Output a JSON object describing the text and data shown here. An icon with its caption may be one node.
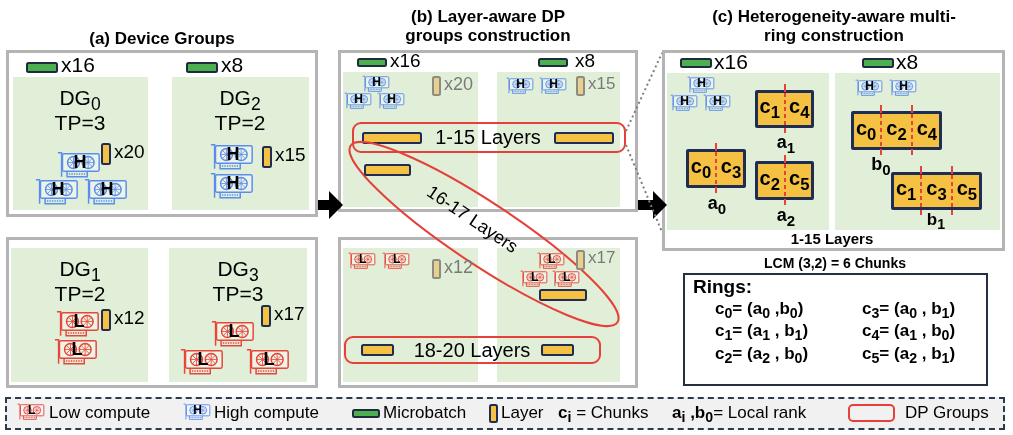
{
  "diagram": {
    "nodes": [
      {
        "text": [
          "(a) Device Groups",
          "x16",
          "x8"
        ]
      },
      {
        "text": [
          "DG$_{0}$",
          "TP=3",
          "H",
          "x20",
          "H",
          "H"
        ],
        "in": 0
      },
      {
        "text": [
          "DG$_{2}$",
          "TP=2",
          "H",
          "x15",
          "H"
        ],
        "in": 0
      },
      {
        "text": [],
        "shape": "box"
      },
      {
        "text": [
          "DG$_{1}$",
          "TP=2",
          "L",
          "x12",
          "L"
        ],
        "in": 3
      },
      {
        "text": [
          "DG$_{3}$",
          "TP=3",
          "x17",
          "L",
          "L",
          "L"
        ],
        "in": 3
      },
      {
        "text": [
          "(b) Layer-aware DP groups construction",
          "x16",
          "x8"
        ]
      },
      {
        "text": [
          "H",
          "x20",
          "H",
          "H"
        ],
        "in": 6
      },
      {
        "text": [
          "H",
          "H",
          "x15"
        ],
        "in": 6
      },
      {
        "text": [
          "1-15 Layers"
        ],
        "in": 6
      },
      {
        "text": [
          "16-17 Layers"
        ]
      },
      {
        "text": [],
        "shape": "box"
      },
      {
        "text": [
          "L",
          "L",
          "x12"
        ],
        "in": 11
      },
      {
        "text": [
          "L",
          "x17",
          "L",
          "L"
        ],
        "in": 11
      },
      {
        "text": [
          "18-20 Layers"
        ],
        "in": 11
      },
      {
        "text": [
          "(c) Heterogeneity-aware multi-ring construction",
          "x16",
          "x8",
          "1-15 Layers"
        ]
      },
      {
        "text": [
          "H",
          "H",
          "H"
        ],
        "in": 15
      },
      {
        "text": [
          "c$_{1}$",
          "c$_{4}$"
        ],
        "beside": [
          "a$_{1}$"
        ],
        "in": 16
      },
      {
        "text": [
          "c$_{0}$",
          "c$_{3}$"
        ],
        "beside": [
          "a$_{0}$"
        ],
        "in": 16
      },
      {
        "text": [
          "c$_{2}$",
          "c$_{5}$"
        ],
        "beside": [
          "a$_{2}$"
        ],
        "in": 16
      },
      {
        "text": [
          "H",
          "H"
        ],
        "in": 15
      },
      {
        "text": [
          "c$_{0}$",
          "c$_{2}$",
          "c$_{4}$"
        ],
        "beside": [
          "b$_{0}$"
        ],
        "in": 20
      },
      {
        "text": [
          "c$_{1}$",
          "c$_{3}$",
          "c$_{5}$"
        ],
        "beside": [
          "b$_{1}$"
        ],
        "in": 20
      },
      {
        "text": [
          "LCM (3,2) = 6 Chunks",
          "Rings:",
          "c$_{0}$= (a$_{0}$ ,b$_{0}$)",
          "c$_{3}$= (a$_{0}$ , b$_{1}$)",
          "c$_{1}$= (a$_{1}$ , b$_{1}$)",
          "c$_{4}$= (a$_{1}$ , b$_{0}$)",
          "c$_{2}$= (a$_{2}$ , b$_{0}$)",
          "c$_{5}$= (a$_{2}$ , b$_{1}$)"
        ]
      }
    ],
    "edges": [
      {
        "from": 0,
        "to": 6,
        "arrow": "to",
        "style": "thick"
      },
      {
        "from": 6,
        "to": 15,
        "arrow": "to",
        "style": "thick"
      },
      {
        "from": 9,
        "to": 15,
        "arrow": "none",
        "style": "dashed",
        "color": "#7f7f7f"
      },
      {
        "from": 9,
        "to": 15,
        "arrow": "none",
        "style": "dashed",
        "color": "#7f7f7f"
      }
    ],
    "labels": [
      "L",
      "H"
    ],
    "legend": [
      {
        "text": "Low compute"
      },
      {
        "text": "High compute"
      },
      {
        "text": "Microbatch"
      },
      {
        "text": "Layer"
      },
      {
        "text": "**c$_{i}$** = Chunks"
      },
      {
        "text": "**a$_{i}$ ,b$_{0}$**= Local rank"
      },
      {
        "text": "DP Groups"
      }
    ]
  }
}
